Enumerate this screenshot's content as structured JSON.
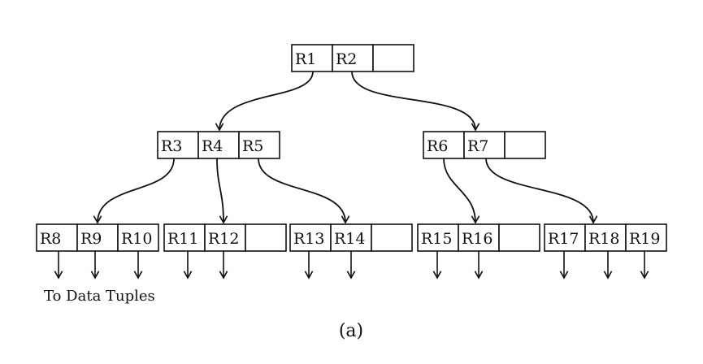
{
  "tree": {
    "root": {
      "cells": [
        "R1",
        "R2",
        ""
      ]
    },
    "level1": [
      {
        "cells": [
          "R3",
          "R4",
          "R5"
        ]
      },
      {
        "cells": [
          "R6",
          "R7",
          ""
        ]
      }
    ],
    "leaves": [
      {
        "cells": [
          "R8",
          "R9",
          "R10"
        ]
      },
      {
        "cells": [
          "R11",
          "R12",
          ""
        ]
      },
      {
        "cells": [
          "R13",
          "R14",
          ""
        ]
      },
      {
        "cells": [
          "R15",
          "R16",
          ""
        ]
      },
      {
        "cells": [
          "R17",
          "R18",
          "R19"
        ]
      }
    ]
  },
  "caption": "To Data Tuples",
  "figure_label": "(a)"
}
